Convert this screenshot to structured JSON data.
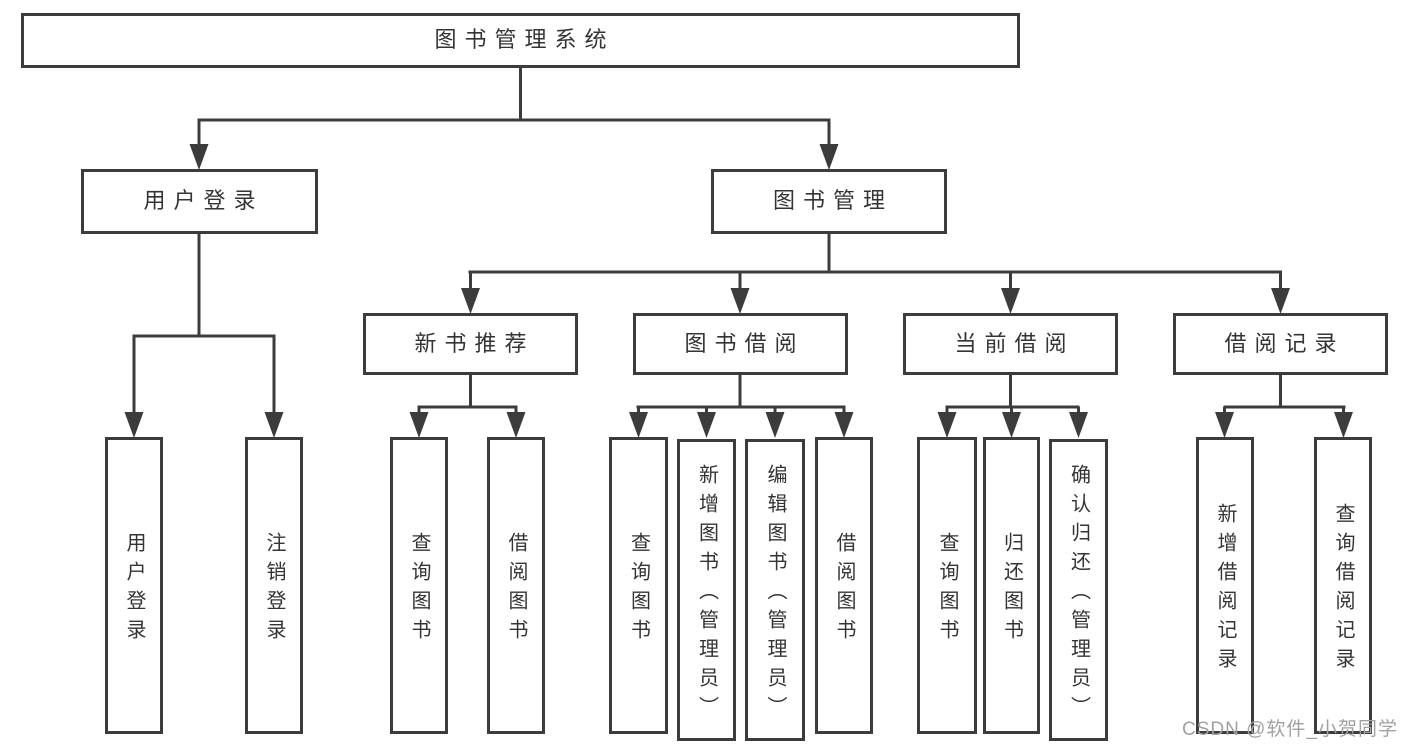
{
  "tree": {
    "root": "图书管理系统",
    "login": {
      "label": "用户登录",
      "children": [
        "用户登录",
        "注销登录"
      ]
    },
    "management": {
      "label": "图书管理",
      "groups": [
        {
          "label": "新书推荐",
          "children": [
            "查询图书",
            "借阅图书"
          ]
        },
        {
          "label": "图书借阅",
          "children": [
            "查询图书",
            "新增图书（管理员）",
            "编辑图书（管理员）",
            "借阅图书"
          ]
        },
        {
          "label": "当前借阅",
          "children": [
            "查询图书",
            "归还图书",
            "确认归还（管理员）"
          ]
        },
        {
          "label": "借阅记录",
          "children": [
            "新增借阅记录",
            "查询借阅记录"
          ]
        }
      ]
    }
  },
  "watermark": "CSDN @软件_小贺同学",
  "colors": {
    "line": "#3c3c3c",
    "text": "#343434",
    "background": "#ffffff",
    "watermark": "#a2a2a2"
  }
}
